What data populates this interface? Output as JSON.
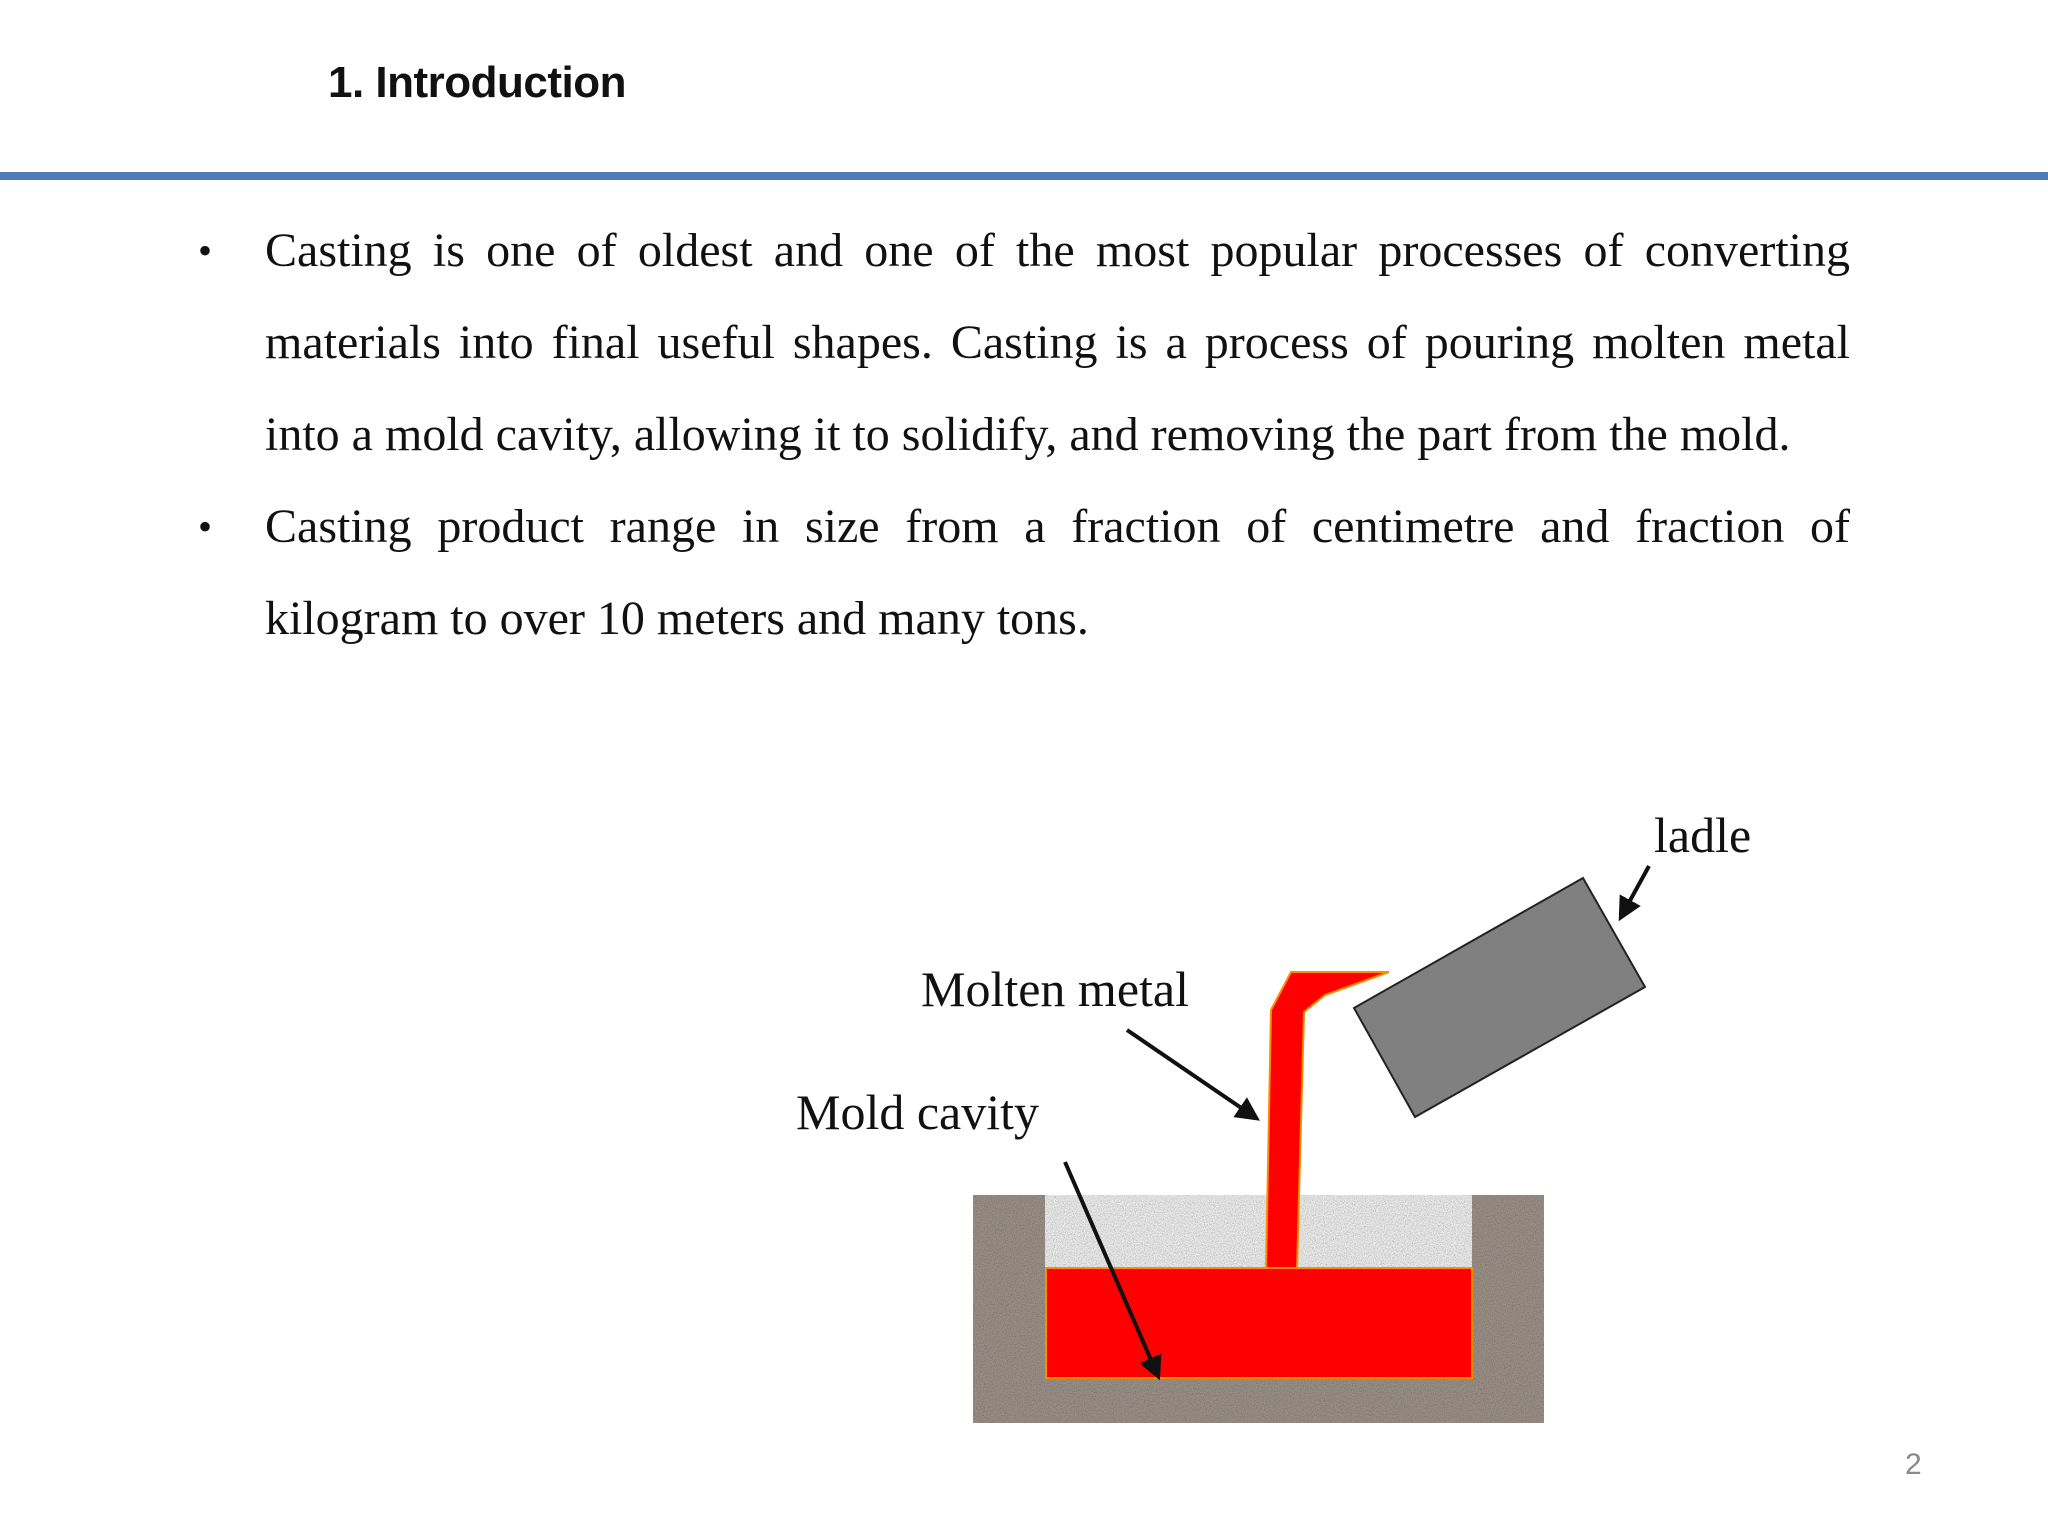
{
  "slide": {
    "title": "1. Introduction",
    "bullets": [
      "Casting is one of oldest and one of the most popular processes of converting materials into final useful shapes. Casting is a process of pouring molten metal into a mold cavity, allowing it to solidify, and removing the part from the mold.",
      "Casting product range in size from a fraction of centimetre and fraction of kilogram to over 10 meters and many tons."
    ],
    "page_number": "2"
  },
  "diagram": {
    "labels": {
      "ladle": "ladle",
      "molten_metal": "Molten metal",
      "mold_cavity": "Mold cavity"
    },
    "colors": {
      "molten_metal": "#ff0000",
      "molten_metal_edge": "#ff8c00",
      "ladle": "#808080",
      "sand_mold": "#a59a91",
      "title_rule": "#4f7bb8"
    }
  }
}
